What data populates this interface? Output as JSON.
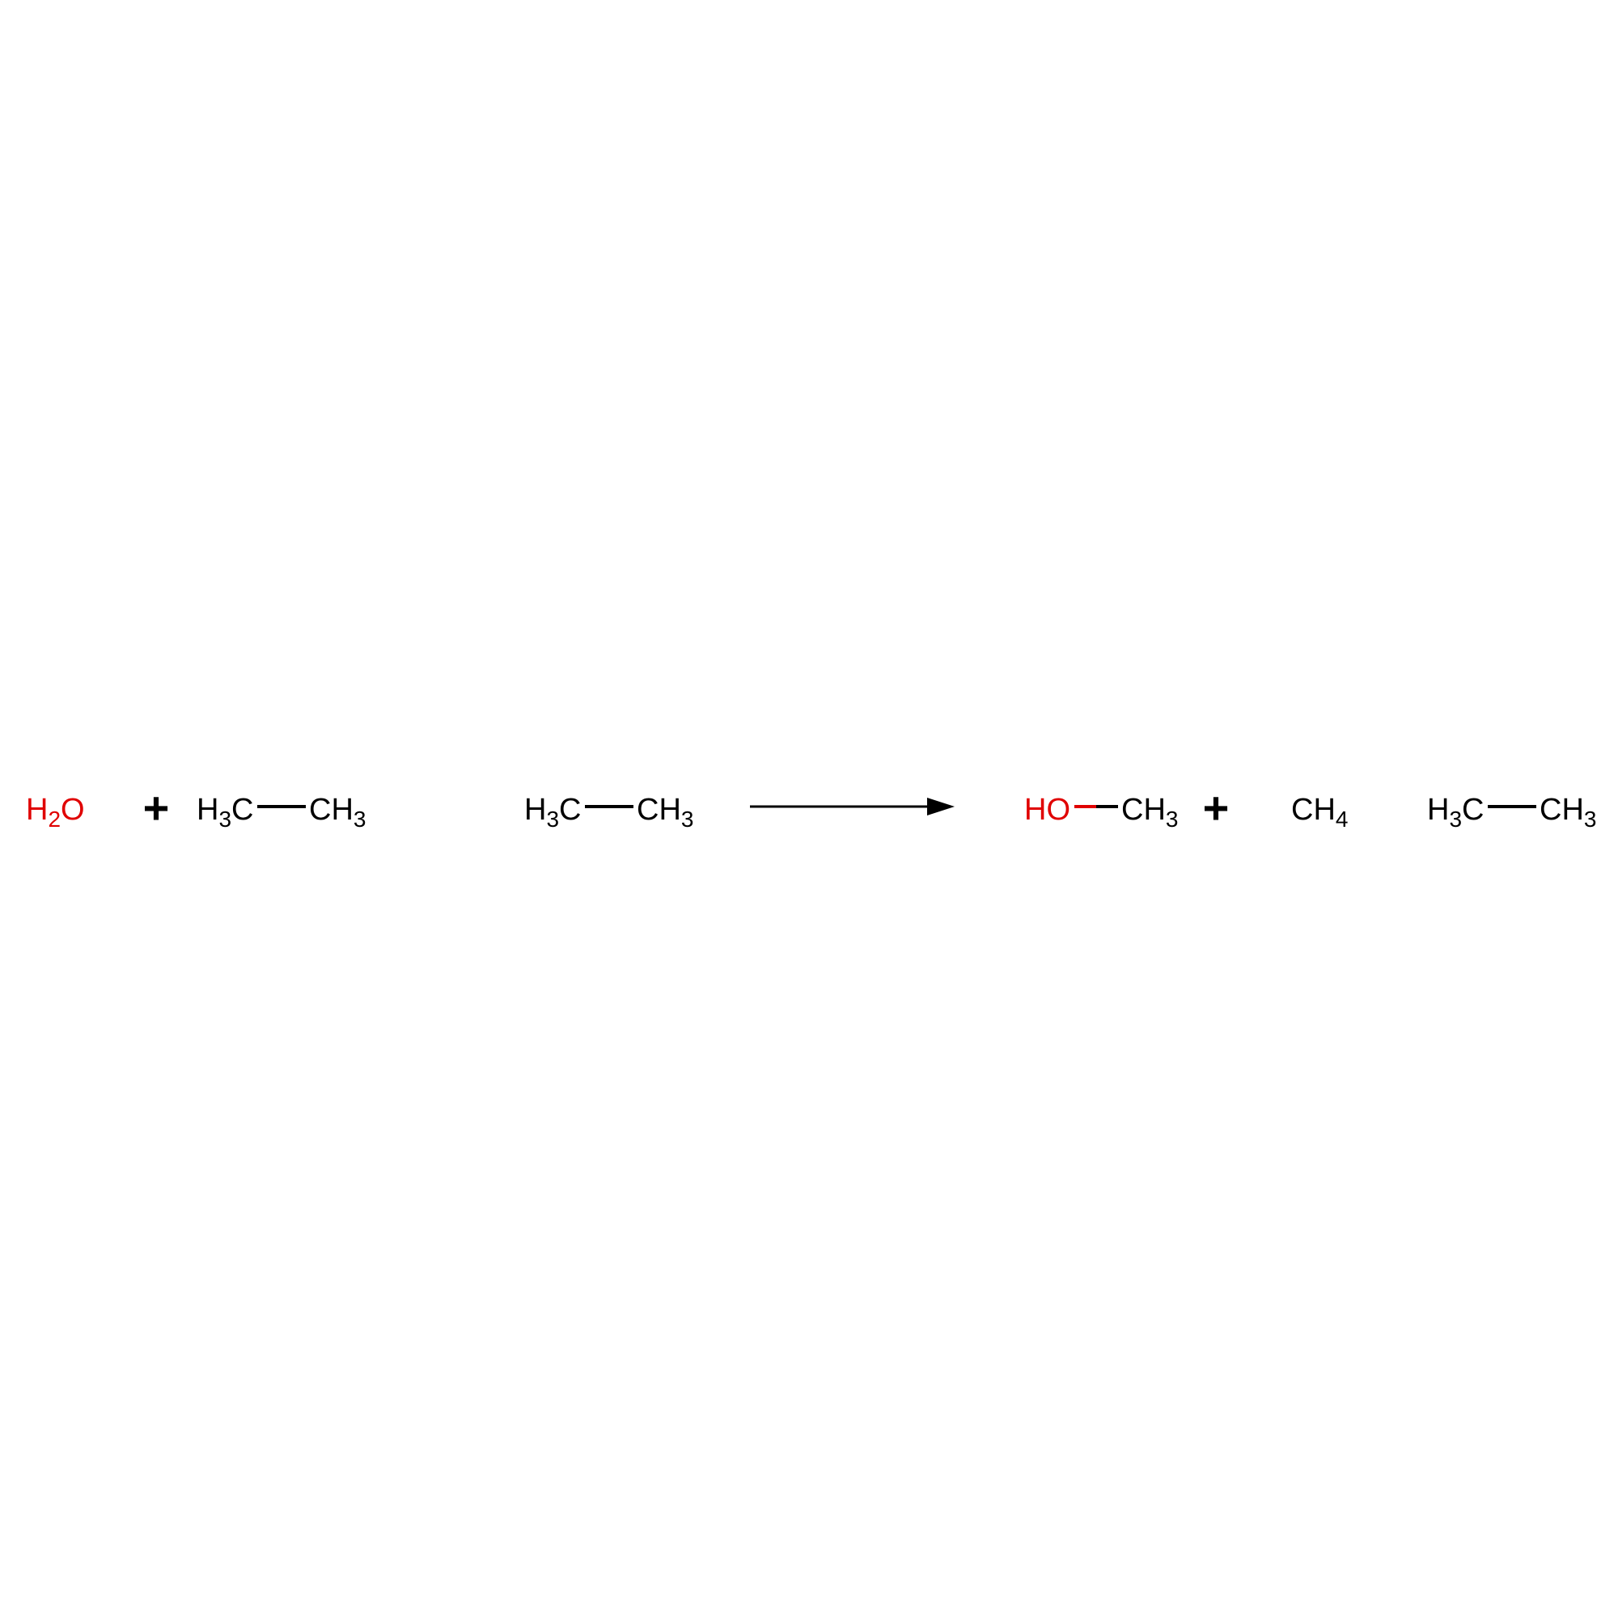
{
  "colors": {
    "black": "#000000",
    "oxygen_red": "#e00000",
    "background": "#ffffff"
  },
  "reaction": {
    "reactants": [
      {
        "name": "water",
        "atoms": [
          {
            "label": "H",
            "sub": "2",
            "tail": "O"
          }
        ]
      },
      {
        "name": "ethane",
        "atoms": [
          {
            "label": "H",
            "sub": "3",
            "tail": "C"
          },
          {
            "label": "CH",
            "sub": "3"
          }
        ]
      }
    ],
    "agent": {
      "name": "ethane",
      "atoms": [
        {
          "label": "H",
          "sub": "3",
          "tail": "C"
        },
        {
          "label": "CH",
          "sub": "3"
        }
      ]
    },
    "products": [
      {
        "name": "methanol",
        "atoms": [
          {
            "label": "HO"
          },
          {
            "label": "CH",
            "sub": "3"
          }
        ]
      },
      {
        "name": "methane",
        "atoms": [
          {
            "label": "CH",
            "sub": "4"
          }
        ]
      },
      {
        "name": "ethane",
        "atoms": [
          {
            "label": "H",
            "sub": "3",
            "tail": "C"
          },
          {
            "label": "CH",
            "sub": "3"
          }
        ]
      }
    ],
    "plus_symbol": "+",
    "arrow": "reaction-arrow"
  }
}
